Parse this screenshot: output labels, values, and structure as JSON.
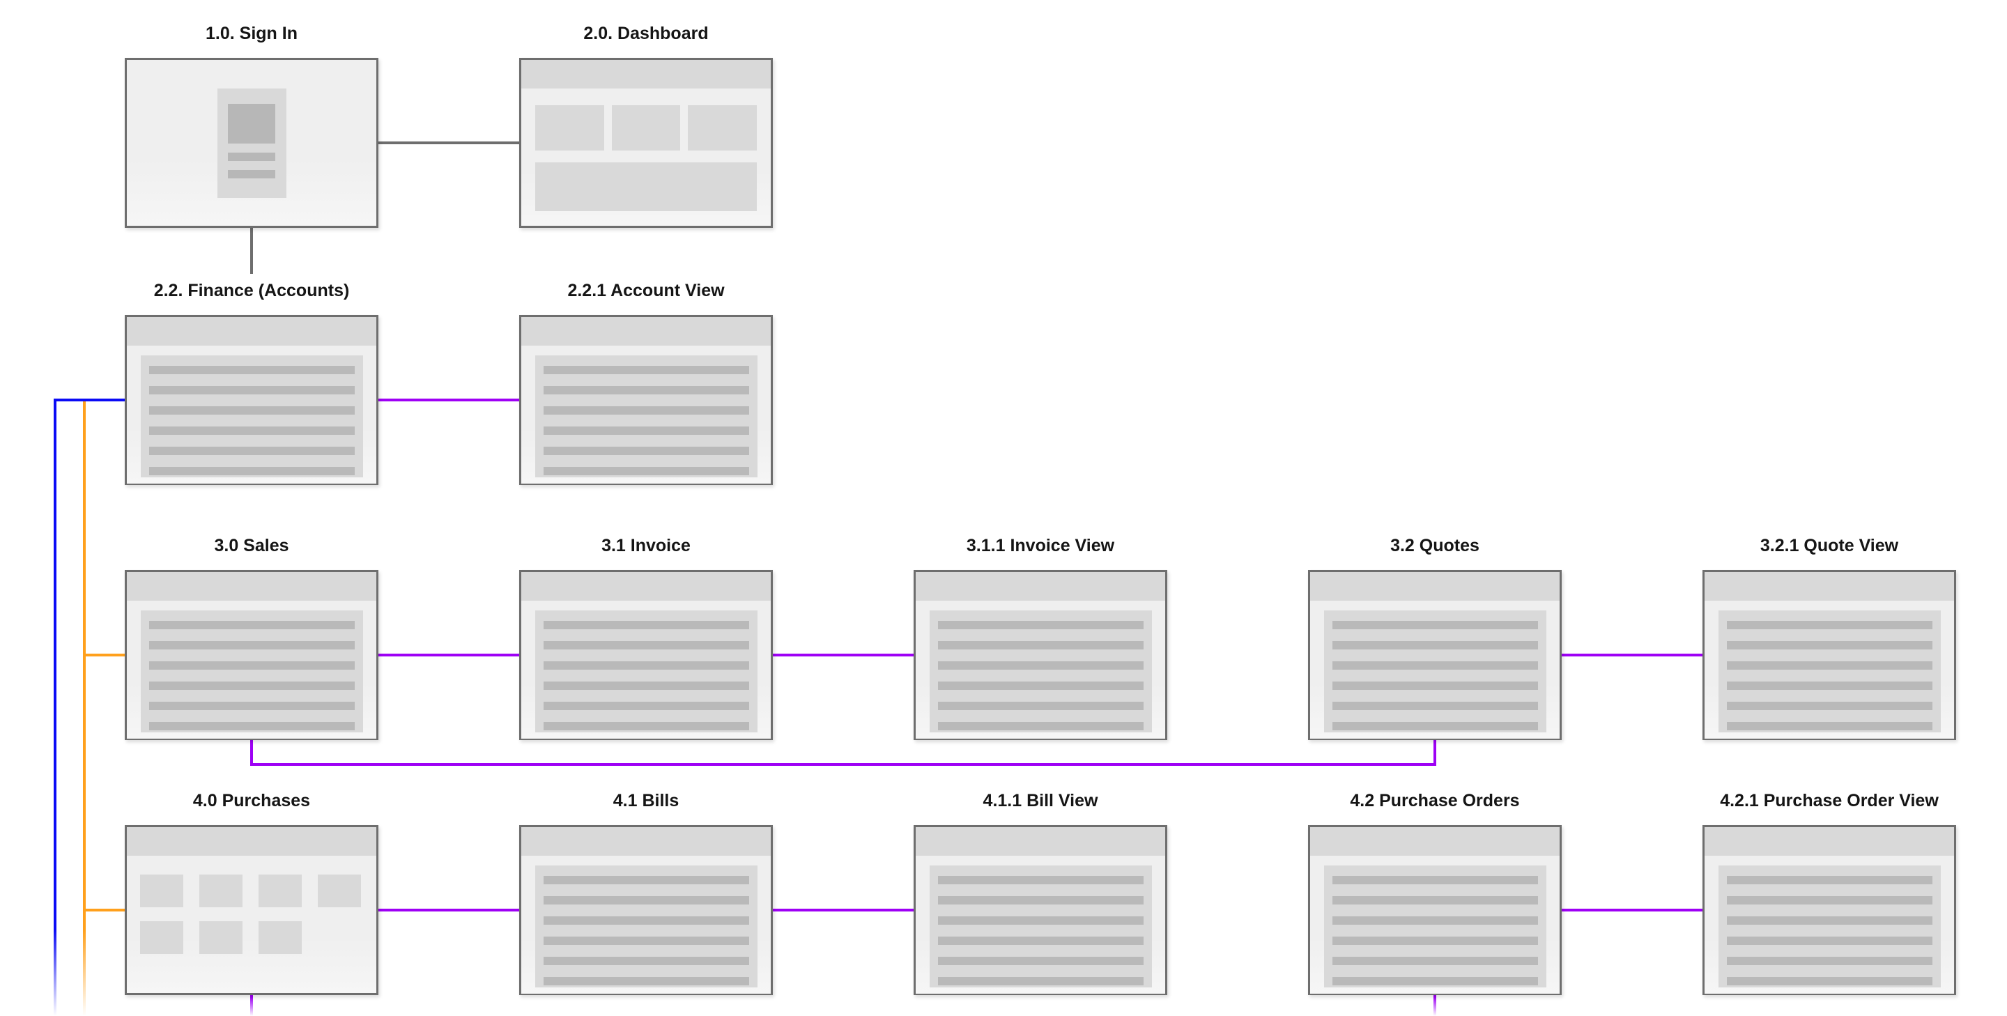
{
  "diagram": {
    "title": "",
    "nodes": [
      {
        "id": "1.0",
        "title": "1.0. Sign In",
        "thumbnail": "login"
      },
      {
        "id": "2.0",
        "title": "2.0. Dashboard",
        "thumbnail": "dashboard"
      },
      {
        "id": "2.2",
        "title": "2.2. Finance (Accounts)",
        "thumbnail": "list"
      },
      {
        "id": "2.2.1",
        "title": "2.2.1 Account View",
        "thumbnail": "list"
      },
      {
        "id": "3.0",
        "title": "3.0 Sales",
        "thumbnail": "list"
      },
      {
        "id": "3.1",
        "title": "3.1 Invoice",
        "thumbnail": "list"
      },
      {
        "id": "3.1.1",
        "title": "3.1.1 Invoice View",
        "thumbnail": "list"
      },
      {
        "id": "3.2",
        "title": "3.2 Quotes",
        "thumbnail": "list"
      },
      {
        "id": "3.2.1",
        "title": "3.2.1 Quote View",
        "thumbnail": "list"
      },
      {
        "id": "4.0",
        "title": "4.0 Purchases",
        "thumbnail": "grid"
      },
      {
        "id": "4.1",
        "title": "4.1 Bills",
        "thumbnail": "list"
      },
      {
        "id": "4.1.1",
        "title": "4.1.1 Bill View",
        "thumbnail": "list"
      },
      {
        "id": "4.2",
        "title": "4.2 Purchase Orders",
        "thumbnail": "list"
      },
      {
        "id": "4.2.1",
        "title": "4.2.1 Purchase Order View",
        "thumbnail": "list"
      }
    ],
    "edges": [
      {
        "from": "1.0",
        "to": "2.0",
        "color": "gray"
      },
      {
        "from": "1.0",
        "to": "2.2",
        "color": "gray"
      },
      {
        "from": "left-rail",
        "to": "2.2",
        "color": "blue"
      },
      {
        "from": "left-rail",
        "to": "3.0",
        "color": "orange"
      },
      {
        "from": "left-rail",
        "to": "4.0",
        "color": "orange"
      },
      {
        "from": "left-rail",
        "to": "offscreen-bottom",
        "color": "blue"
      },
      {
        "from": "left-rail",
        "to": "offscreen-bottom",
        "color": "orange"
      },
      {
        "from": "2.2",
        "to": "2.2.1",
        "color": "purple"
      },
      {
        "from": "3.0",
        "to": "3.1",
        "color": "purple"
      },
      {
        "from": "3.1",
        "to": "3.1.1",
        "color": "purple"
      },
      {
        "from": "3.0",
        "to": "3.2",
        "color": "purple"
      },
      {
        "from": "3.2",
        "to": "3.2.1",
        "color": "purple"
      },
      {
        "from": "4.0",
        "to": "4.1",
        "color": "purple"
      },
      {
        "from": "4.1",
        "to": "4.1.1",
        "color": "purple"
      },
      {
        "from": "4.2",
        "to": "4.2.1",
        "color": "purple"
      },
      {
        "from": "4.0",
        "to": "offscreen-bottom",
        "color": "purple"
      },
      {
        "from": "4.2",
        "to": "offscreen-bottom",
        "color": "purple"
      }
    ],
    "colors": {
      "purple": "#9E00F5",
      "blue": "#0B0BF5",
      "orange": "#FFA01C",
      "gray": "#6E6E6E"
    }
  }
}
